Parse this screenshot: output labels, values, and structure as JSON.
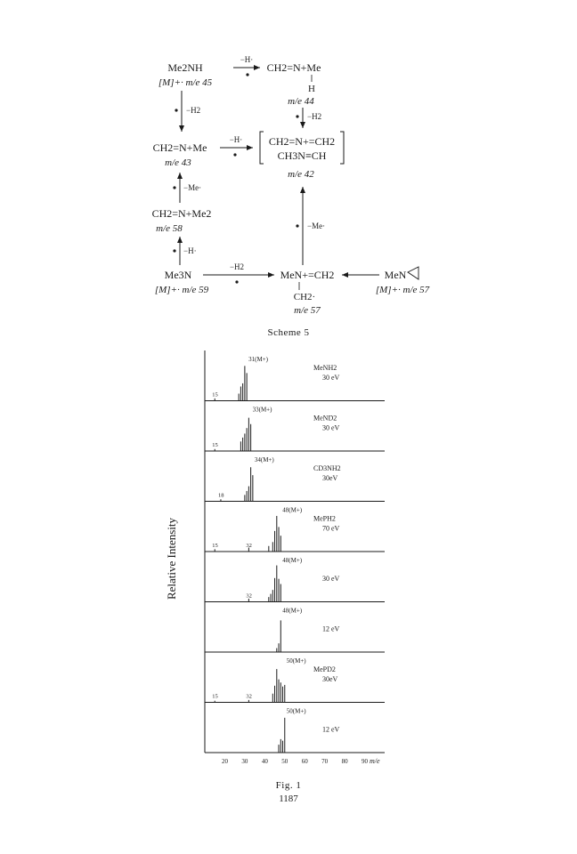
{
  "scheme": {
    "caption": "Scheme 5",
    "nodes": {
      "me2nh": {
        "formula": "Me2NH",
        "label": "[M]+· m/e 45"
      },
      "ch2nhme": {
        "formula": "CH2=N+Me",
        "sub": "H",
        "label": "m/e 44"
      },
      "ch2nme43": {
        "formula": "CH2=N+Me",
        "label": "m/e 43"
      },
      "bracket42": {
        "line1": "CH2=N+=CH2",
        "line2": "CH3N≡CH",
        "label": "m/e 42"
      },
      "ch2nme2": {
        "formula": "CH2=N+Me2",
        "label": "m/e 58"
      },
      "me3n": {
        "formula": "Me3N",
        "label": "[M]+· m/e 59"
      },
      "men57": {
        "formula": "MeN+=CH2",
        "sub": "CH2·",
        "label": "m/e 57"
      },
      "aziridine": {
        "formula": "MeN",
        "label": "[M]+· m/e 57"
      }
    },
    "arrows": {
      "minus_h": "−H·",
      "minus_h2": "−H2",
      "minus_me": "−Me·"
    }
  },
  "figure": {
    "caption": "Fig. 1",
    "y_axis_label": "Relative Intensity",
    "x_axis_unit": "m/e",
    "x_ticks": [
      "20",
      "30",
      "40",
      "50",
      "60",
      "70",
      "80",
      "90"
    ]
  },
  "page_number": "1187",
  "chart_data": {
    "type": "bar",
    "title": "",
    "xlabel": "m/e",
    "ylabel": "Relative Intensity",
    "xlim": [
      10,
      100
    ],
    "panels": [
      {
        "compound": "MeNH2",
        "energy": "30 eV",
        "ticks": [
          "15"
        ],
        "peak_label": "31(M+)",
        "peaks": [
          {
            "x": 15,
            "y": 6
          },
          {
            "x": 27,
            "y": 18
          },
          {
            "x": 28,
            "y": 36
          },
          {
            "x": 29,
            "y": 44
          },
          {
            "x": 30,
            "y": 88
          },
          {
            "x": 31,
            "y": 70
          }
        ]
      },
      {
        "compound": "MeND2",
        "energy": "30 eV",
        "ticks": [
          "15"
        ],
        "peak_label": "33(M+)",
        "peaks": [
          {
            "x": 15,
            "y": 5
          },
          {
            "x": 28,
            "y": 24
          },
          {
            "x": 29,
            "y": 34
          },
          {
            "x": 30,
            "y": 44
          },
          {
            "x": 31,
            "y": 58
          },
          {
            "x": 32,
            "y": 84
          },
          {
            "x": 33,
            "y": 68
          }
        ]
      },
      {
        "compound": "CD3NH2",
        "energy": "30eV",
        "ticks": [
          "18"
        ],
        "peak_label": "34(M+)",
        "peaks": [
          {
            "x": 18,
            "y": 5
          },
          {
            "x": 30,
            "y": 16
          },
          {
            "x": 31,
            "y": 26
          },
          {
            "x": 32,
            "y": 38
          },
          {
            "x": 33,
            "y": 86
          },
          {
            "x": 34,
            "y": 66
          }
        ]
      },
      {
        "compound": "MePH2",
        "energy": "70 eV",
        "ticks": [
          "15",
          "32"
        ],
        "peak_label": "48(M+)",
        "peaks": [
          {
            "x": 15,
            "y": 6
          },
          {
            "x": 32,
            "y": 10
          },
          {
            "x": 42,
            "y": 14
          },
          {
            "x": 44,
            "y": 24
          },
          {
            "x": 45,
            "y": 52
          },
          {
            "x": 46,
            "y": 90
          },
          {
            "x": 47,
            "y": 62
          },
          {
            "x": 48,
            "y": 40
          }
        ]
      },
      {
        "compound": "",
        "energy": "30 eV",
        "ticks": [
          "32"
        ],
        "peak_label": "48(M+)",
        "peaks": [
          {
            "x": 32,
            "y": 8
          },
          {
            "x": 42,
            "y": 12
          },
          {
            "x": 43,
            "y": 20
          },
          {
            "x": 44,
            "y": 30
          },
          {
            "x": 45,
            "y": 60
          },
          {
            "x": 46,
            "y": 92
          },
          {
            "x": 47,
            "y": 58
          },
          {
            "x": 48,
            "y": 45
          }
        ]
      },
      {
        "compound": "",
        "energy": "12 eV",
        "ticks": [],
        "peak_label": "48(M+)",
        "peaks": [
          {
            "x": 46,
            "y": 10
          },
          {
            "x": 47,
            "y": 22
          },
          {
            "x": 48,
            "y": 80
          }
        ]
      },
      {
        "compound": "MePD2",
        "energy": "30eV",
        "ticks": [
          "15",
          "32"
        ],
        "peak_label": "50(M+)",
        "peaks": [
          {
            "x": 15,
            "y": 4
          },
          {
            "x": 32,
            "y": 6
          },
          {
            "x": 44,
            "y": 22
          },
          {
            "x": 45,
            "y": 42
          },
          {
            "x": 46,
            "y": 84
          },
          {
            "x": 47,
            "y": 58
          },
          {
            "x": 48,
            "y": 50
          },
          {
            "x": 49,
            "y": 40
          },
          {
            "x": 50,
            "y": 44
          }
        ]
      },
      {
        "compound": "",
        "energy": "12 eV",
        "ticks": [],
        "peak_label": "50(M+)",
        "peaks": [
          {
            "x": 47,
            "y": 20
          },
          {
            "x": 48,
            "y": 34
          },
          {
            "x": 49,
            "y": 30
          },
          {
            "x": 50,
            "y": 88
          }
        ]
      }
    ]
  }
}
